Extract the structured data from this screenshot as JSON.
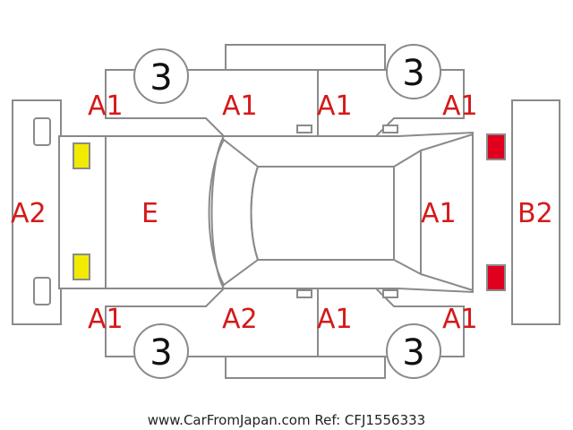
{
  "diagram": {
    "codes": {
      "top_front_left": "A1",
      "top_middle_left": "A1",
      "top_middle_right": "A1",
      "top_rear_right": "A1",
      "front_bumper": "A2",
      "hood": "E",
      "rear_glass": "A1",
      "rear_bumper": "B2",
      "bottom_front_left": "A1",
      "bottom_middle_left": "A2",
      "bottom_middle_right": "A1",
      "bottom_rear_right": "A1"
    },
    "tires": {
      "front_top": "3",
      "rear_top": "3",
      "front_bottom": "3",
      "rear_bottom": "3"
    },
    "colors": {
      "code_text": "#d41a1a",
      "outline": "#8a8a8a",
      "front_light": "#f2ea00",
      "rear_light": "#e0001e"
    }
  },
  "footer": {
    "watermark": "www.CarFromJapan.com Ref: CFJ1556333"
  }
}
